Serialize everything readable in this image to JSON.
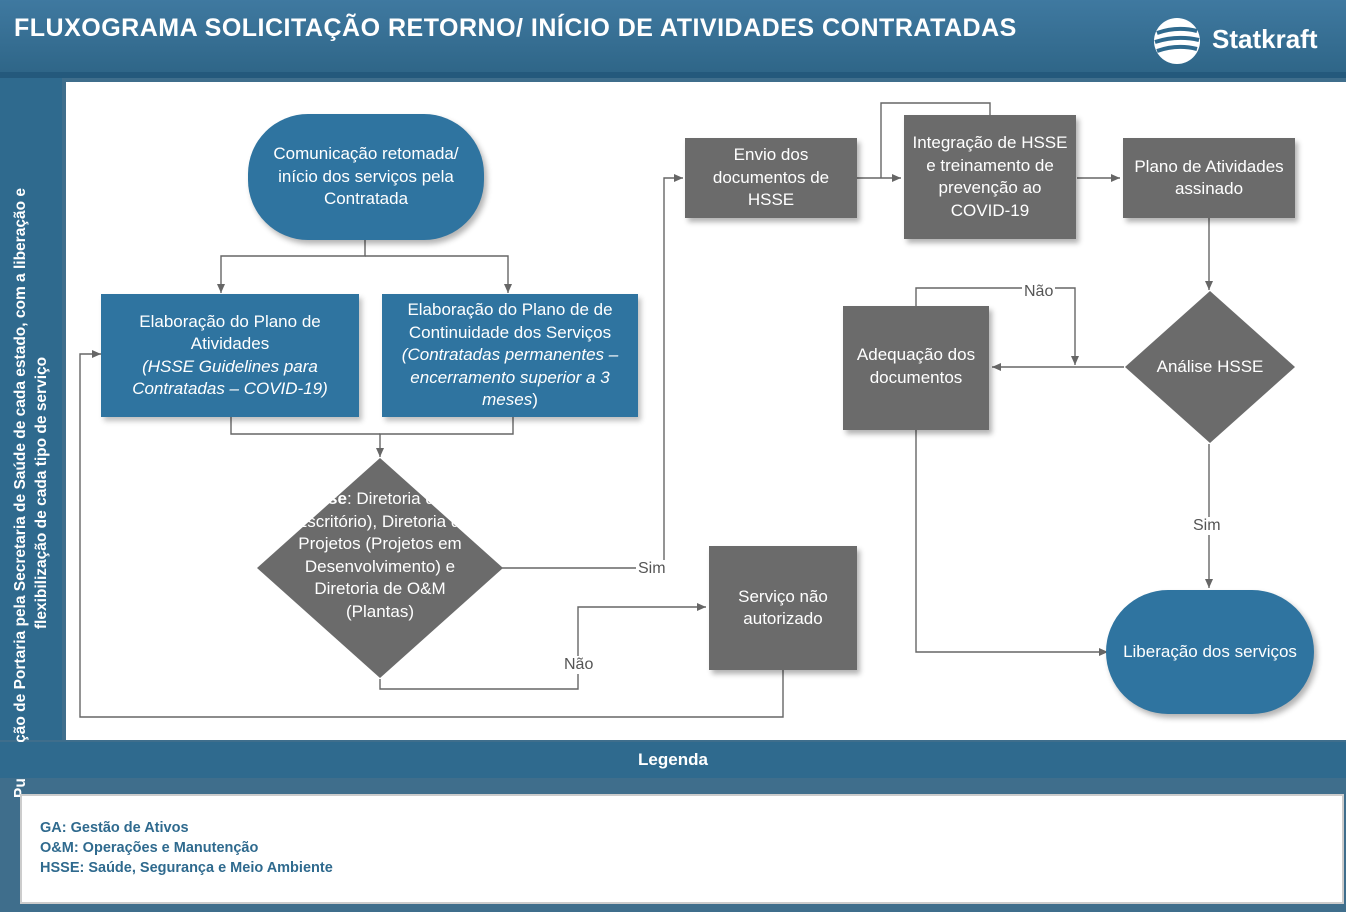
{
  "header": {
    "title": "FLUXOGRAMA SOLICITAÇÃO RETORNO/ INÍCIO DE ATIVIDADES CONTRATADAS",
    "brand": "Statkraft"
  },
  "sidebar": {
    "text": "Publicação de Portaria pela Secretaria de Saúde de cada estado, com a liberação e flexibilização de cada tipo de serviço"
  },
  "nodes": {
    "start": "Comunicação retomada/ início dos serviços pela Contratada",
    "plano_atividades_title": "Elaboração do Plano de Atividades",
    "plano_atividades_sub": "(HSSE Guidelines para Contratadas – COVID-19)",
    "plano_continuidade_title": "Elaboração do Plano de de Continuidade dos Serviços",
    "plano_continuidade_sub_italic": "(Contratadas permanentes – encerramento superior a 3 meses",
    "plano_continuidade_sub_end": ")",
    "analise_bold": "Análise",
    "analise_text": ": Diretoria de GA (Escritório), Diretoria de Projetos (Projetos em Desenvolvimento) e Diretoria de O&M (Plantas)",
    "nao_autorizado": "Serviço não autorizado",
    "envio": "Envio dos documentos de HSSE",
    "integracao": "Integração de HSSE e treinamento de prevenção ao COVID-19",
    "plano_assinado": "Plano de Atividades assinado",
    "analise_hsse": "Análise HSSE",
    "adequacao": "Adequação dos documentos",
    "liberacao": "Liberação dos serviços"
  },
  "labels": {
    "sim1": "Sim",
    "nao1": "Não",
    "nao2": "Não",
    "sim2": "Sim"
  },
  "legend": {
    "title": "Legenda",
    "items": [
      "GA: Gestão de Ativos",
      "O&M: Operações e Manutenção",
      "HSSE: Saúde, Segurança e Meio Ambiente"
    ]
  },
  "colors": {
    "header": "#2f6a8e",
    "blue_node": "#2f74a0",
    "gray_node": "#6b6b6b",
    "legend_text": "#2f6a8e"
  }
}
